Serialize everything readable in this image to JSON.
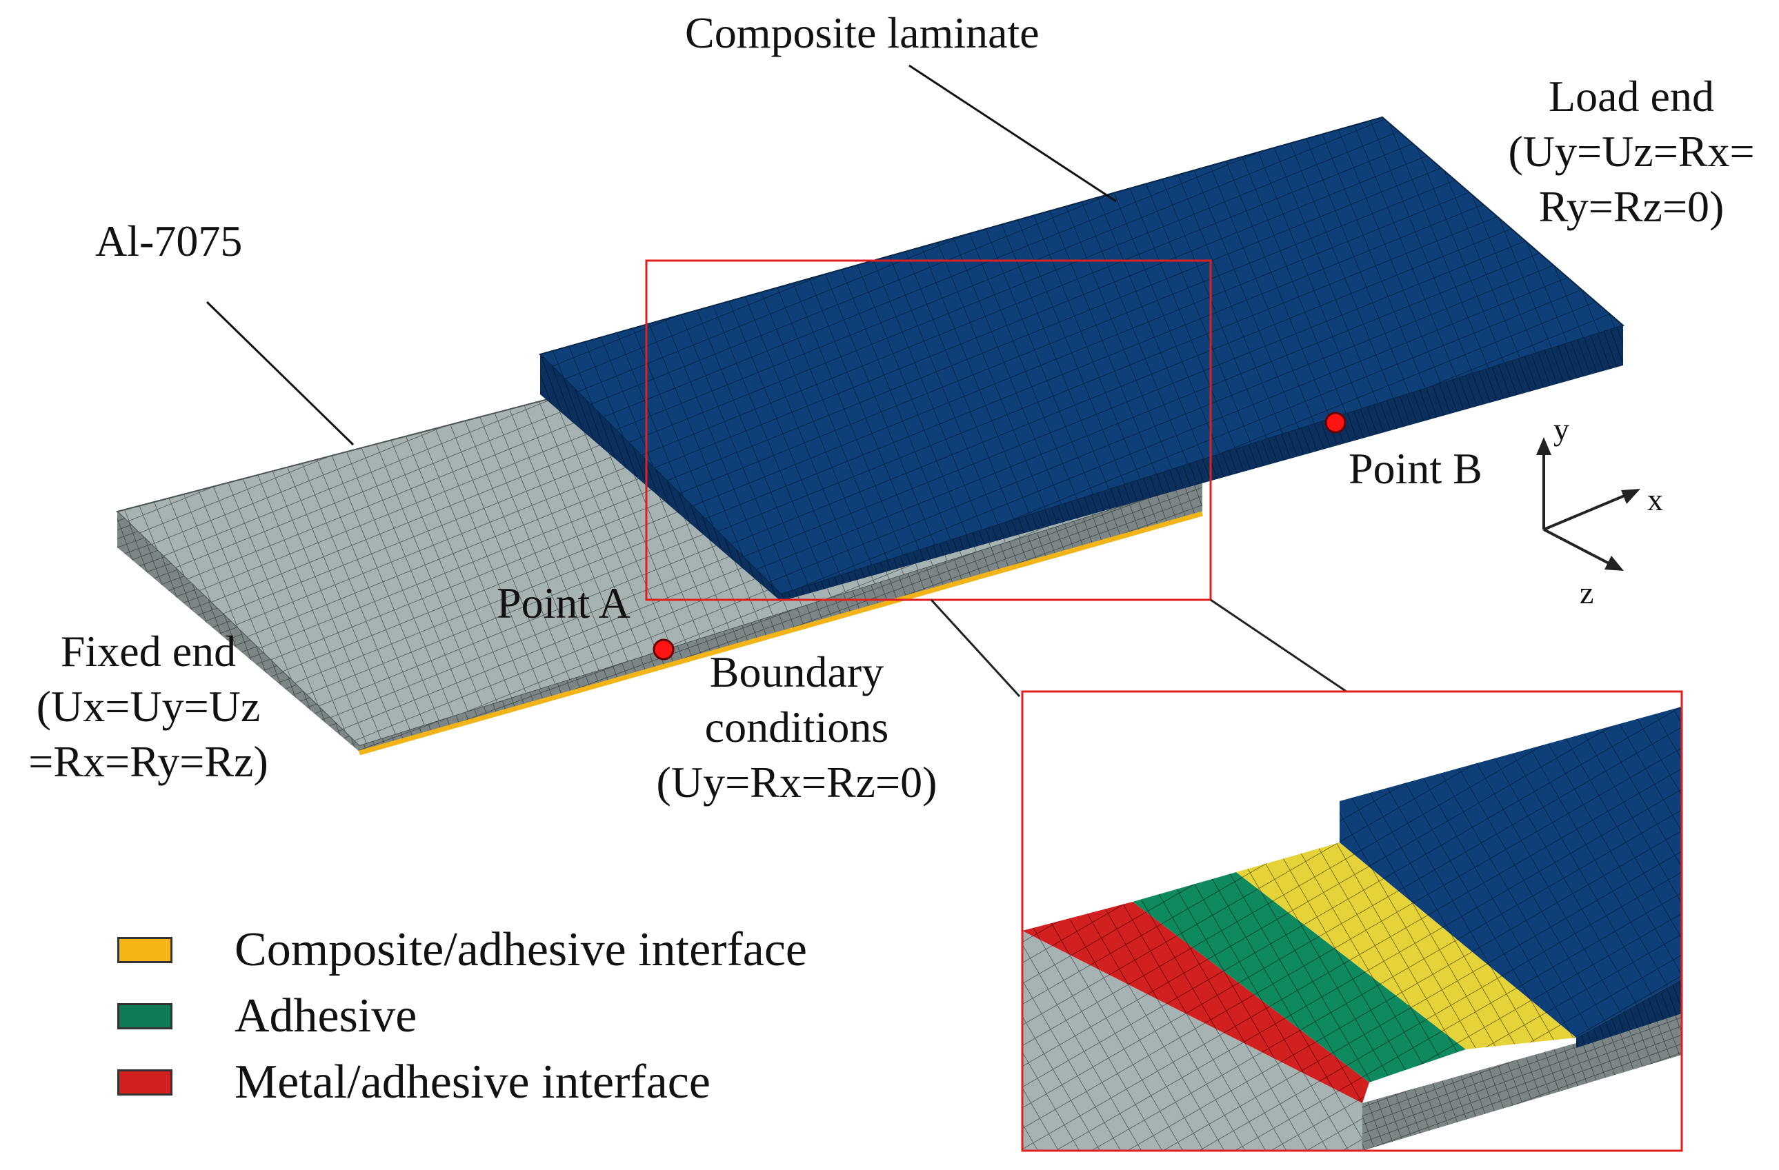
{
  "labels": {
    "composite_laminate": "Composite laminate",
    "al": "Al-7075",
    "load_end": [
      "Load end",
      "(Uy=Uz=Rx=",
      "Ry=Rz=0)"
    ],
    "fixed_end": [
      "Fixed end",
      "(Ux=Uy=Uz",
      "=Rx=Ry=Rz)"
    ],
    "point_a": "Point A",
    "point_b": "Point B",
    "boundary": [
      "Boundary",
      "conditions",
      "(Uy=Rx=Rz=0)"
    ]
  },
  "axes": {
    "y": "y",
    "x": "x",
    "z": "z"
  },
  "legend": [
    {
      "label": "Composite/adhesive interface",
      "color": "#f5b514"
    },
    {
      "label": "Adhesive",
      "color": "#0f7a56"
    },
    {
      "label": "Metal/adhesive interface",
      "color": "#d21f1f"
    }
  ],
  "colors": {
    "composite": "#0e3f78",
    "composite_side": "#0a2f5c",
    "aluminum": "#a7b2b2",
    "aluminum_side": "#7d8686",
    "inset_yellow": "#e6d33a",
    "highlight_box": "#e02020",
    "point_marker": "#ff1414"
  }
}
